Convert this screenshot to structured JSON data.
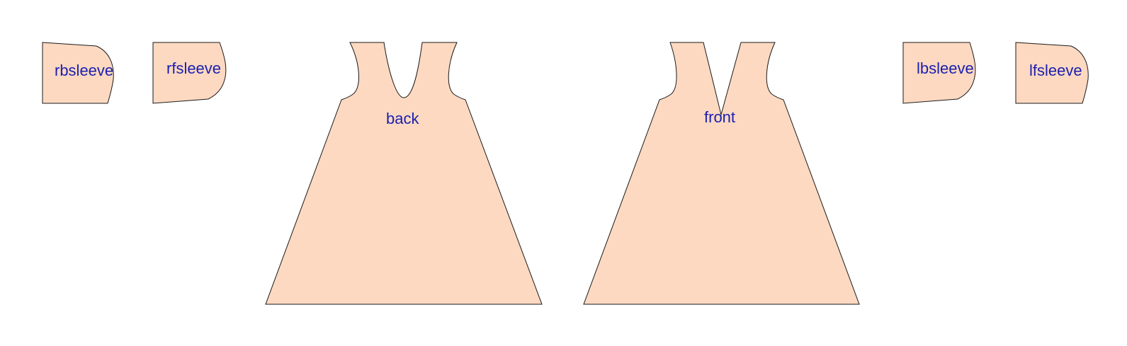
{
  "colors": {
    "fabric": "#fdd9c1",
    "outline": "#1a1a1a",
    "label": "#1a1fb0",
    "background": "#ffffff"
  },
  "pieces": [
    {
      "id": "rbsleeve",
      "label": "rbsleeve"
    },
    {
      "id": "rfsleeve",
      "label": "rfsleeve"
    },
    {
      "id": "back",
      "label": "back"
    },
    {
      "id": "front",
      "label": "front"
    },
    {
      "id": "lbsleeve",
      "label": "lbsleeve"
    },
    {
      "id": "lfsleeve",
      "label": "lfsleeve"
    }
  ]
}
